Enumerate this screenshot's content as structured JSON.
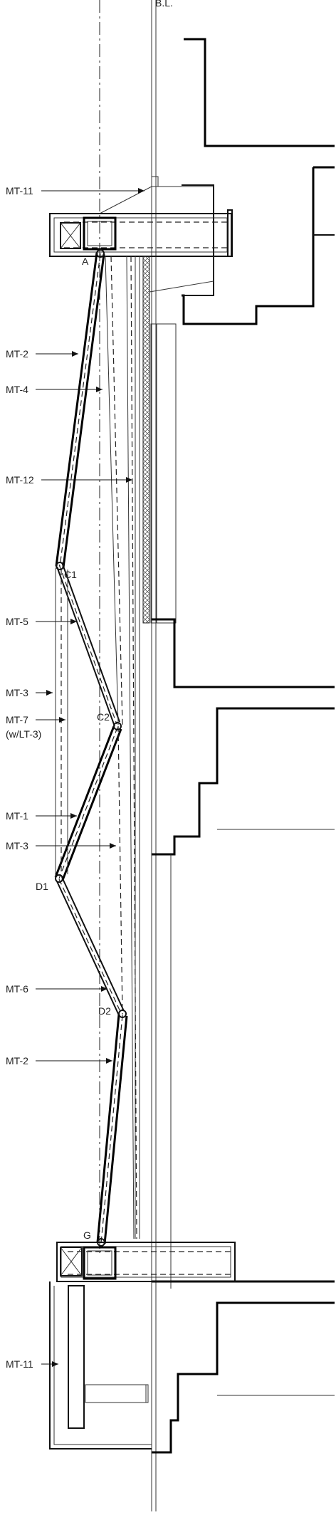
{
  "drawing": {
    "top_label": "B.L.",
    "callouts": {
      "mt11_top": "MT-11",
      "mt2_upper": "MT-2",
      "mt4": "MT-4",
      "mt12": "MT-12",
      "mt5": "MT-5",
      "mt3_upper": "MT-3",
      "mt7": "MT-7",
      "lt3": "(w/LT-3)",
      "mt1": "MT-1",
      "mt3_lower": "MT-3",
      "mt6": "MT-6",
      "mt2_lower": "MT-2",
      "mt11_bottom": "MT-11"
    },
    "nodes": {
      "a": "A",
      "c1": "C1",
      "c2": "C2",
      "d1": "D1",
      "d2": "D2",
      "g": "G"
    }
  }
}
